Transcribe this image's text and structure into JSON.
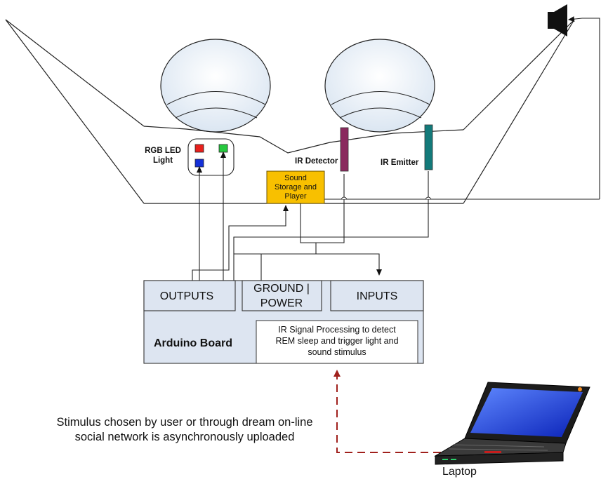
{
  "mask": {
    "rgb_led_label_line1": "RGB LED",
    "rgb_led_label_line2": "Light",
    "ir_detector_label": "IR Detector",
    "ir_emitter_label": "IR Emitter",
    "sound_player_line1": "Sound",
    "sound_player_line2": "Storage and",
    "sound_player_line3": "Player"
  },
  "arduino": {
    "board_label": "Arduino Board",
    "outputs_label": "OUTPUTS",
    "ground_power_line1": "GROUND |",
    "ground_power_line2": "POWER",
    "inputs_label": "INPUTS",
    "processing_line1": "IR Signal Processing to detect",
    "processing_line2": "REM sleep and trigger light and",
    "processing_line3": "sound stimulus"
  },
  "upload_note": {
    "line1": "Stimulus chosen by user or through dream on-line",
    "line2": "social network is asynchronously uploaded"
  },
  "laptop": {
    "label": "Laptop"
  },
  "colors": {
    "led_red": "#e8201c",
    "led_green": "#27c93f",
    "led_blue": "#1530d8",
    "sound_player_fill": "#f8c000",
    "ir_detector": "#8a2a5e",
    "ir_emitter": "#137a7a",
    "arduino_fill": "#dde5f1",
    "upload_arrow": "#a0201c",
    "laptop_screen": "#1a3cf0"
  }
}
